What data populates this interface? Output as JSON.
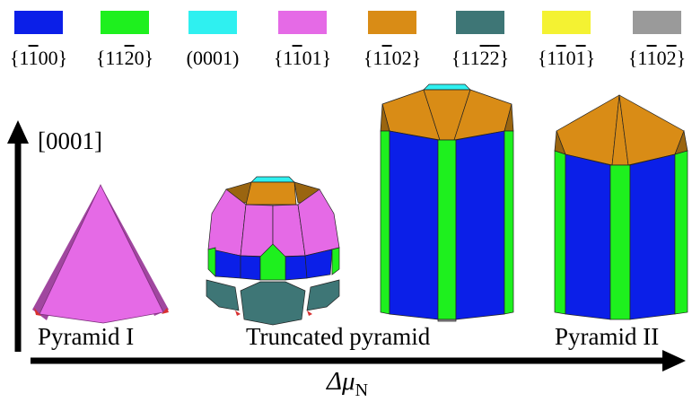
{
  "legend": [
    {
      "name": "family-1-100",
      "color": "#0b1fe8",
      "label_parts": [
        {
          "t": "{1"
        },
        {
          "t": "1",
          "o": true
        },
        {
          "t": "00}"
        }
      ]
    },
    {
      "name": "family-11-20",
      "color": "#1ef01e",
      "label_parts": [
        {
          "t": "{11"
        },
        {
          "t": "2",
          "o": true
        },
        {
          "t": "0}"
        }
      ]
    },
    {
      "name": "family-0001",
      "color": "#2ff0f0",
      "label_parts": [
        {
          "t": "(0001)"
        }
      ]
    },
    {
      "name": "family-1-101",
      "color": "#e56ae6",
      "label_parts": [
        {
          "t": "{1"
        },
        {
          "t": "1",
          "o": true
        },
        {
          "t": "01}"
        }
      ]
    },
    {
      "name": "family-1-102",
      "color": "#d98c16",
      "label_parts": [
        {
          "t": "{1"
        },
        {
          "t": "1",
          "o": true
        },
        {
          "t": "02}"
        }
      ]
    },
    {
      "name": "family-11-2-2",
      "color": "#3e7676",
      "label_parts": [
        {
          "t": "{11"
        },
        {
          "t": "2",
          "o": true
        },
        {
          "t": "2",
          "o": true
        },
        {
          "t": "}"
        }
      ]
    },
    {
      "name": "family-1-10-1",
      "color": "#f4f232",
      "label_parts": [
        {
          "t": "{1"
        },
        {
          "t": "1",
          "o": true
        },
        {
          "t": "0"
        },
        {
          "t": "1",
          "o": true
        },
        {
          "t": "}"
        }
      ]
    },
    {
      "name": "family-1-10-2",
      "color": "#9a9a9a",
      "label_parts": [
        {
          "t": "{1"
        },
        {
          "t": "1",
          "o": true
        },
        {
          "t": "0"
        },
        {
          "t": "2",
          "o": true
        },
        {
          "t": "}"
        }
      ]
    }
  ],
  "vertical_axis": {
    "label": "[0001]"
  },
  "horizontal_axis": {
    "label_main": "Δμ",
    "label_sub": "N"
  },
  "shapes": [
    {
      "name": "pyramid-1",
      "label": "Pyramid I"
    },
    {
      "name": "truncated-pyramid",
      "label": "Truncated pyramid"
    },
    {
      "name": "pyramid-2",
      "label": "Pyramid II"
    }
  ]
}
